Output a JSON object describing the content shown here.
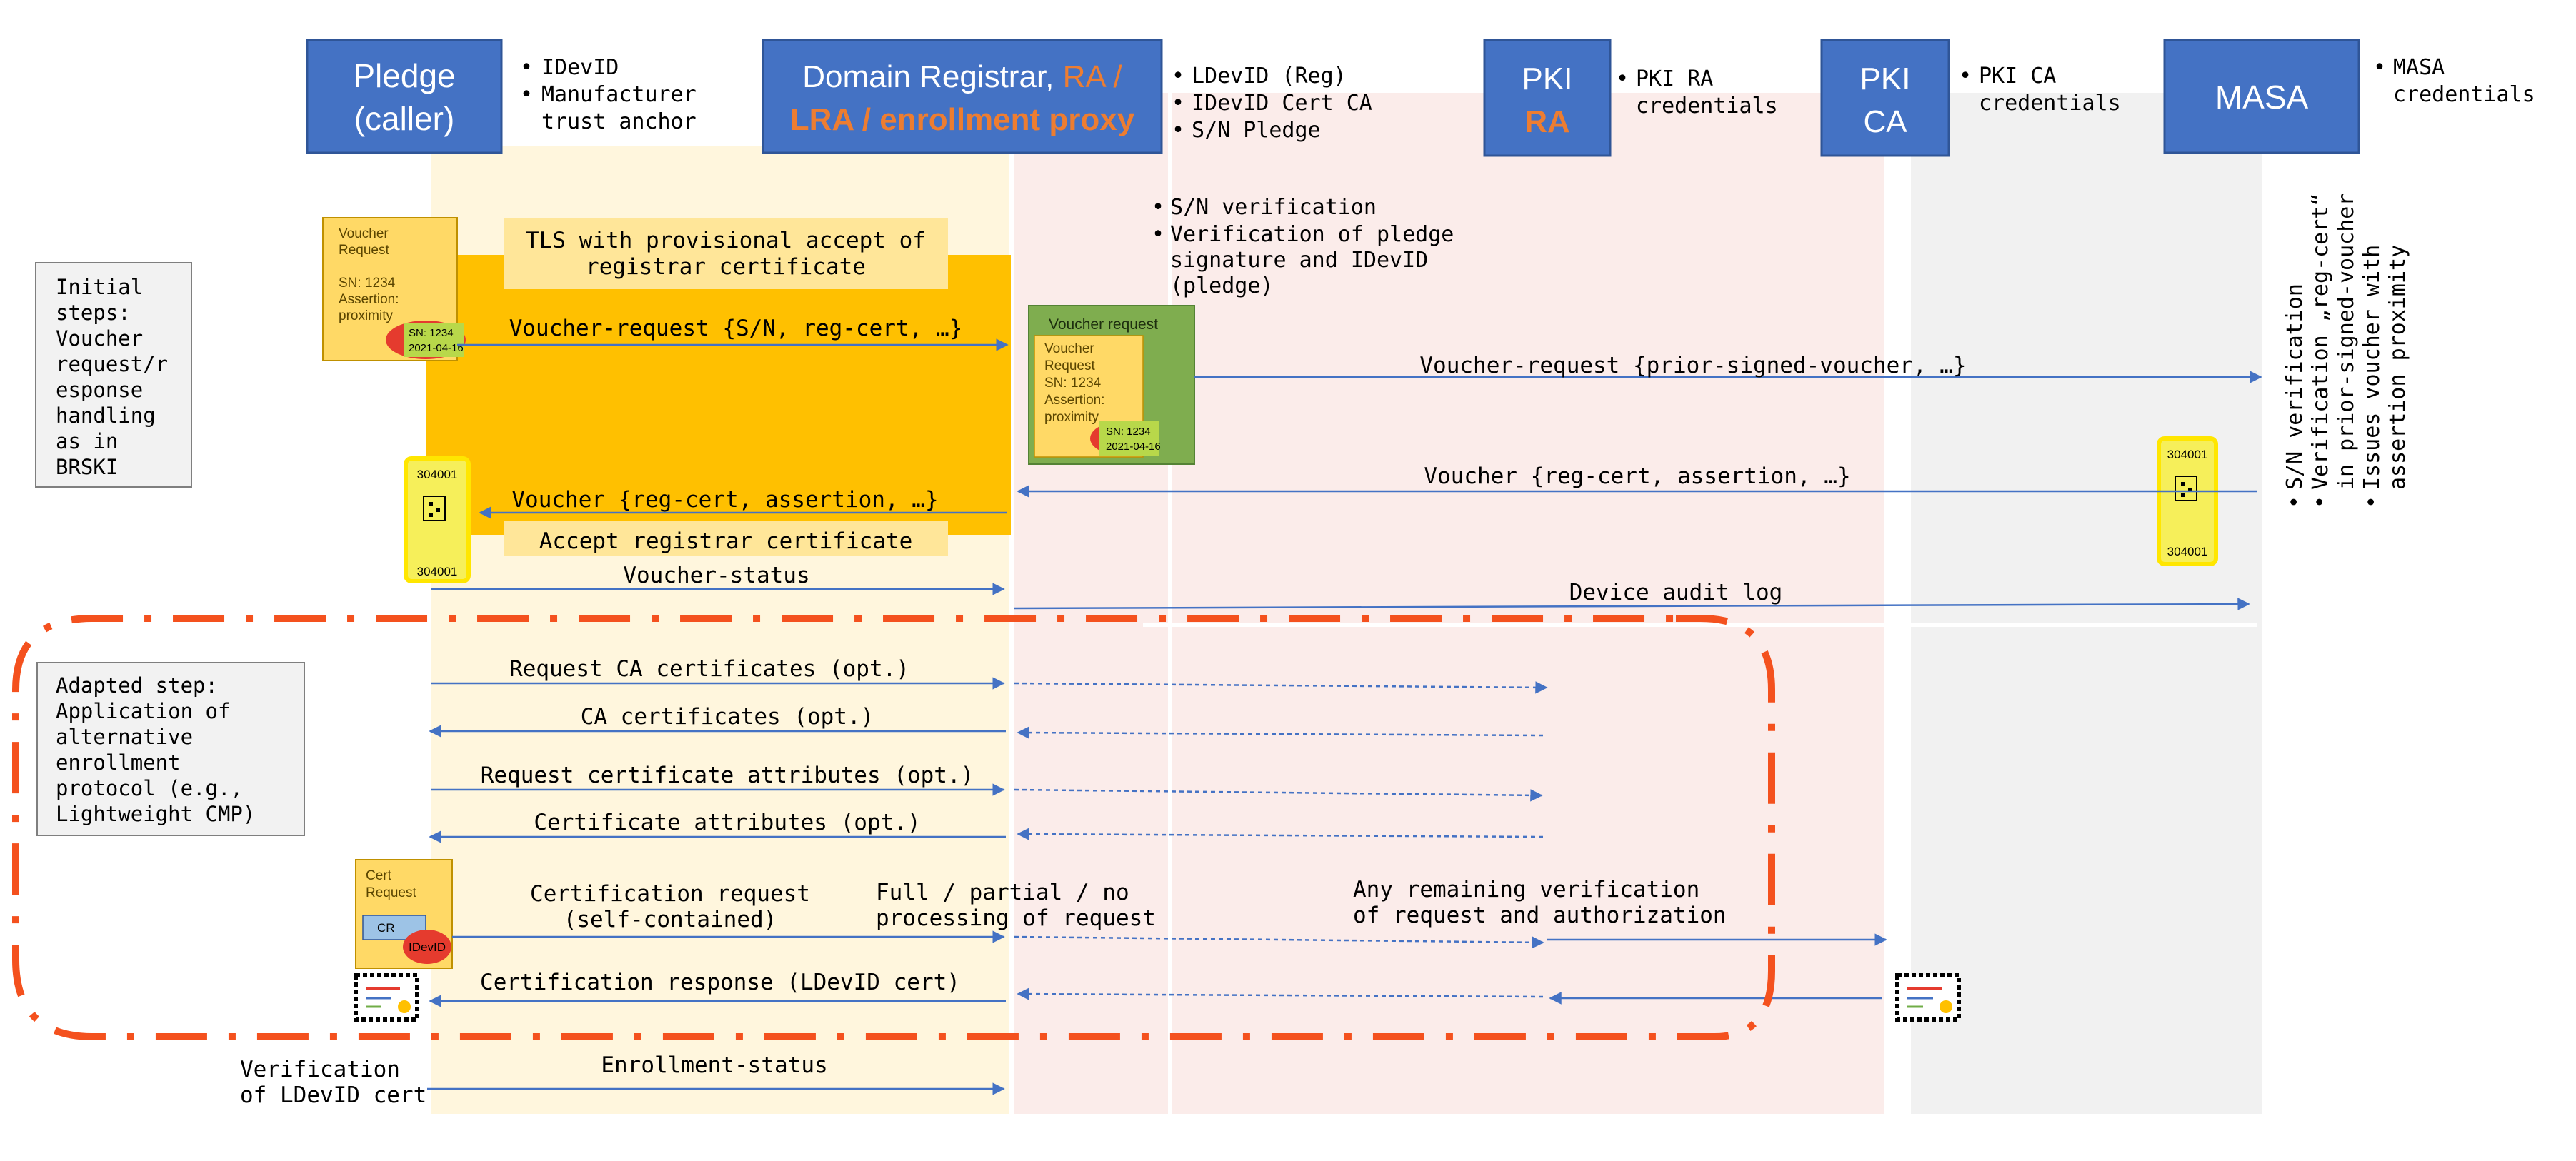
{
  "colors": {
    "header_fill": "#4472C4",
    "header_stroke": "#2F5597",
    "accent_orange": "#ED7D31",
    "registrar_lane": "#FFF6DD",
    "tls_band": "#FFC000",
    "tls_label_band": "#FFE699",
    "pki_lane": "#FBECEA",
    "masa_lane": "#F1F1F1",
    "arrow": "#4472C4",
    "dashdot": "#F4511E",
    "note_fill": "#F2F2F2",
    "voucher_fill": "#FFD966",
    "green_box": "#7FAD4F",
    "red_oval": "#E53B2E"
  },
  "participants": {
    "pledge": {
      "line1": "Pledge",
      "line2": "(caller)"
    },
    "registrar": {
      "line1a": "Domain Registrar, ",
      "line1b": "RA /",
      "line2": "LRA / enrollment proxy"
    },
    "pki_ra": {
      "line1": "PKI",
      "line2": "RA"
    },
    "pki_ca": {
      "line1": "PKI",
      "line2": "CA"
    },
    "masa": {
      "line1": "MASA"
    }
  },
  "credentials": {
    "pledge": [
      "IDevID",
      "Manufacturer",
      "trust anchor"
    ],
    "registrar": [
      "LDevID (Reg)",
      "IDevID Cert CA",
      "S/N Pledge"
    ],
    "pki_ra": [
      "PKI RA",
      "credentials"
    ],
    "pki_ca": [
      "PKI CA",
      "credentials"
    ],
    "masa": [
      "MASA",
      "credentials"
    ]
  },
  "registrar_checks": [
    "S/N verification",
    "Verification of pledge",
    "signature and IDevID",
    "(pledge)"
  ],
  "masa_checks": [
    "S/N verification",
    "Verification „reg-cert“",
    "in prior-signed-voucher",
    "Issues voucher with",
    "assertion proximity"
  ],
  "notes": {
    "initial": [
      "Initial",
      "steps:",
      "Voucher",
      "request/r",
      "esponse",
      "handling",
      "as in",
      "BRSKI"
    ],
    "adapted": [
      "Adapted step:",
      "Application of",
      "alternative",
      "enrollment",
      "protocol (e.g.,",
      "Lightweight CMP)"
    ]
  },
  "tls": {
    "top": [
      "TLS with provisional accept of",
      "registrar certificate"
    ],
    "bottom": "Accept registrar certificate"
  },
  "messages": {
    "voucher_request_sn": "Voucher-request {S/N, reg-cert, …}",
    "voucher_request_prior": "Voucher-request {prior-signed-voucher, …}",
    "voucher_masa": "Voucher {reg-cert, assertion, …}",
    "voucher_pledge": "Voucher {reg-cert, assertion, …}",
    "voucher_status": "Voucher-status",
    "device_audit": "Device audit log",
    "req_ca_certs": "Request CA certificates (opt.)",
    "ca_certs": "CA certificates (opt.)",
    "req_cert_attrs": "Request certificate attributes (opt.)",
    "cert_attrs": "Certificate attributes (opt.)",
    "cert_request": [
      "Certification request",
      "(self-contained)"
    ],
    "processing": [
      "Full / partial / no",
      "processing of request"
    ],
    "remaining": [
      "Any remaining verification",
      "of request and authorization"
    ],
    "cert_response": "Certification response (LDevID cert)",
    "enrollment_status": "Enrollment-status",
    "verification_ldevid": [
      "Verification",
      "of LDevID cert"
    ]
  },
  "voucher_doc": {
    "title": [
      "Voucher",
      "Request"
    ],
    "sn": "SN: 1234",
    "assertion": [
      "Assertion:",
      "proximity"
    ],
    "stamp": [
      "SN: 1234",
      "2021-04-16"
    ]
  },
  "green_doc": {
    "title": "Voucher request",
    "inner": [
      "Voucher",
      "Request",
      "SN: 1234",
      "Assertion:",
      "proximity"
    ],
    "stamp": [
      "SN: 1234",
      "2021-04-16"
    ]
  },
  "voucher_token": {
    "code": "304001"
  },
  "cert_request_doc": {
    "title": [
      "Cert",
      "Request"
    ],
    "cr": "CR",
    "idevid": "IDevID"
  }
}
